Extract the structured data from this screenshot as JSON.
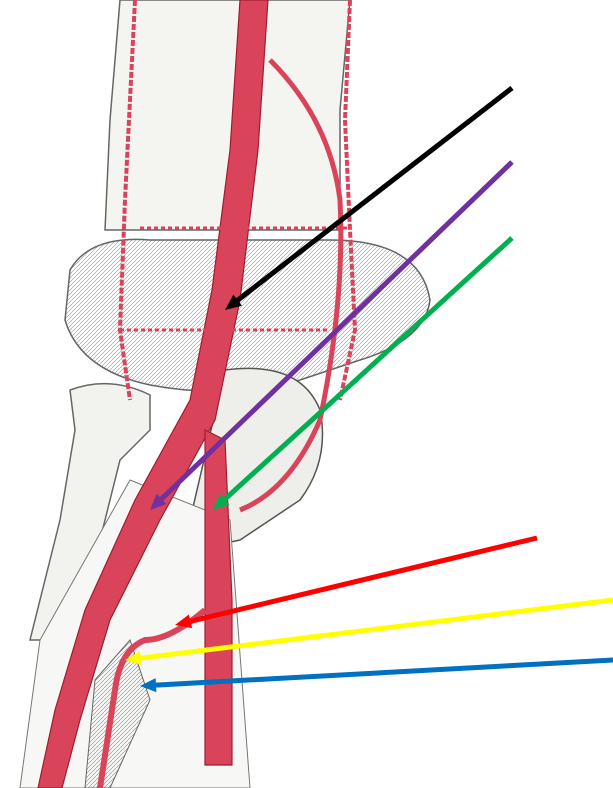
{
  "figure": {
    "subject": "arterial-anatomy-elbow",
    "colors": {
      "artery": "#d9445a",
      "artery_dark": "#a01c30",
      "bone_fill": "#f2f2ef",
      "bone_outline": "#555555"
    }
  },
  "arrows": [
    {
      "id": "black",
      "color": "#000000"
    },
    {
      "id": "purple",
      "color": "#7030a0"
    },
    {
      "id": "green",
      "color": "#00b050"
    },
    {
      "id": "red",
      "color": "#ff0000"
    },
    {
      "id": "yellow",
      "color": "#ffff00"
    },
    {
      "id": "blue",
      "color": "#0070c0"
    }
  ]
}
